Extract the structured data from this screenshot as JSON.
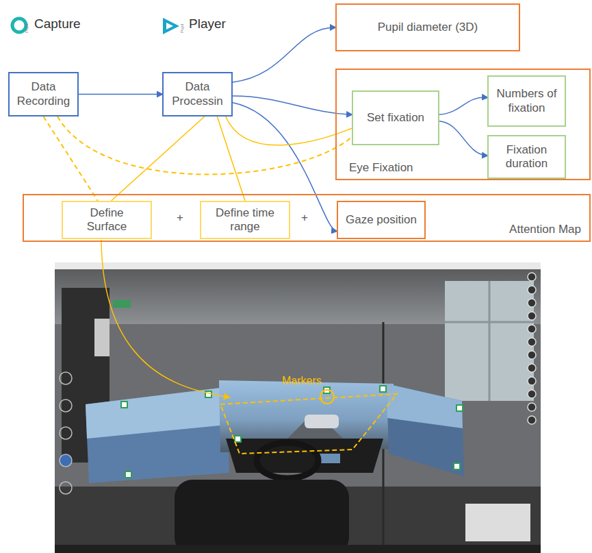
{
  "diagram": {
    "nodes": [
      {
        "text": [
          "Data Recording"
        ]
      },
      {
        "text": [
          "Data Processin"
        ]
      },
      {
        "text": [
          "Pupil diameter (3D)"
        ]
      },
      {
        "text": [
          "Eye Fixation"
        ]
      },
      {
        "text": [
          "Set fixation"
        ],
        "in": 3
      },
      {
        "text": [
          "Numbers of fixation"
        ],
        "in": 3
      },
      {
        "text": [
          "Fixation duration"
        ],
        "in": 3
      },
      {
        "text": [
          "Attention Map"
        ]
      },
      {
        "text": [
          "Define Surface"
        ],
        "in": 7
      },
      {
        "text": [
          "Define time range"
        ],
        "in": 7
      },
      {
        "text": [
          "Gaze position"
        ],
        "in": 7
      }
    ],
    "edges": [
      {
        "from": 0,
        "to": 1,
        "arrow": "to"
      },
      {
        "from": 1,
        "to": 2,
        "arrow": "to"
      },
      {
        "from": 1,
        "to": 4,
        "arrow": "to"
      },
      {
        "from": 4,
        "to": 5,
        "arrow": "to"
      },
      {
        "from": 4,
        "to": 6,
        "arrow": "to"
      },
      {
        "from": 1,
        "to": 10,
        "arrow": "to"
      },
      {
        "from": 1,
        "to": 8,
        "arrow": "none"
      },
      {
        "from": 1,
        "to": 9,
        "arrow": "none"
      },
      {
        "from": 1,
        "to": 4,
        "arrow": "none"
      },
      {
        "from": 0,
        "to": 8,
        "arrow": "none"
      },
      {
        "from": 0,
        "to": 4,
        "arrow": "none"
      }
    ],
    "labels": [
      "Pupil",
      "Capture",
      "Pupil",
      "Player",
      "+",
      "+",
      "Markers"
    ]
  }
}
